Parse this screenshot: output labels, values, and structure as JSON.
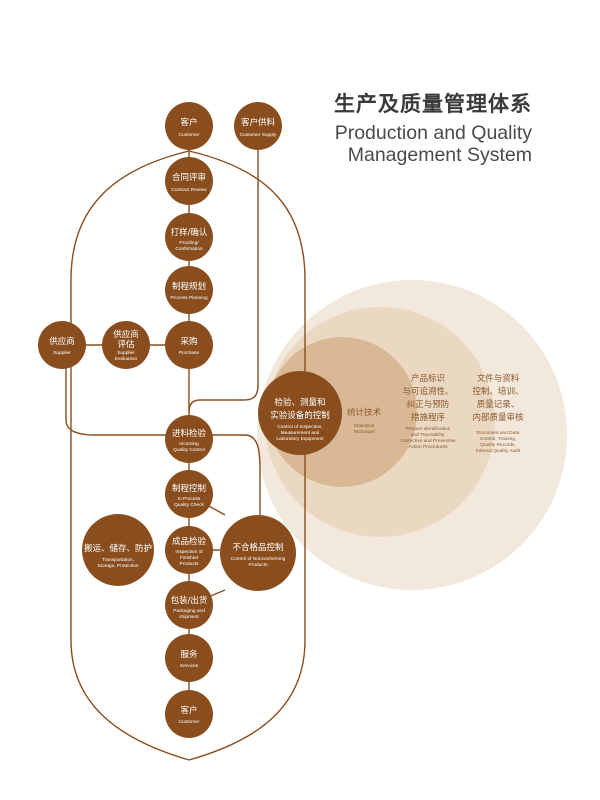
{
  "header": {
    "title_zh": "生产及质量管理体系",
    "title_en": "Production and Quality Management System"
  },
  "nodes": {
    "customer_top": {
      "zh": "客户",
      "en": "Customer"
    },
    "customer_supply": {
      "zh": "客户供料",
      "en": "Customer Supply"
    },
    "contract_review": {
      "zh": "合同评审",
      "en": "Contract Review"
    },
    "proofing": {
      "zh": "打样/确认",
      "en1": "Proofing/",
      "en2": "Confirmation"
    },
    "production_planning": {
      "zh": "制程规划",
      "en": "Process Planning"
    },
    "purchase": {
      "zh": "采购",
      "en": "Purchase"
    },
    "supplier": {
      "zh": "供应商",
      "en": "Supplier"
    },
    "supplier_eval": {
      "zh1": "供应商",
      "zh2": "评估",
      "en1": "Supplier",
      "en2": "Evaluation"
    },
    "incoming_qc": {
      "zh": "进料检验",
      "en1": "Incoming",
      "en2": "Quality Control"
    },
    "in_process_qc": {
      "zh": "制程控制",
      "en1": "In Process",
      "en2": "Quality Check"
    },
    "finished_inspection": {
      "zh": "成品检验",
      "en1": "Inspection of",
      "en2": "Finished",
      "en3": "Products"
    },
    "packaging": {
      "zh": "包装/出货",
      "en1": "Packaging and",
      "en2": "shipment"
    },
    "services": {
      "zh": "服务",
      "en": "Services"
    },
    "customer_bottom": {
      "zh": "客户",
      "en": "Customer"
    },
    "transport": {
      "zh": "搬运、储存、防护",
      "en1": "Transportation,",
      "en2": "Storage, Protection"
    },
    "nonconforming": {
      "zh": "不合格品控制",
      "en1": "Control of Nonconforming",
      "en2": "Products"
    }
  },
  "circles": {
    "inspection": {
      "zh1": "检验、测量和",
      "zh2": "实验设备的控制",
      "en1": "Control of Inspection,",
      "en2": "Measurement and",
      "en3": "Laboratory Equipment"
    },
    "statistical": {
      "zh": "统计技术",
      "en1": "Statistical",
      "en2": "Technique"
    },
    "traceability": {
      "zh1": "产品标识",
      "zh2": "与可追溯性、",
      "zh3": "纠正与预防",
      "zh4": "措施程序",
      "en1": "Product Identification",
      "en2": "and Traceability,",
      "en3": "Corrective and Preventive",
      "en4": "Action Procedures"
    },
    "documents": {
      "zh1": "文件与资料",
      "zh2": "控制、培训、",
      "zh3": "质量记录、",
      "zh4": "内部质量审核",
      "en1": "Document and Data",
      "en2": "Control, Training,",
      "en3": "Quality Records,",
      "en4": "Internal Quality Audit"
    }
  },
  "colors": {
    "node": "#8a4e1e",
    "line": "#8a4e1e",
    "ring_outer": "#f3e8dc",
    "ring_2": "#ead8c3",
    "ring_3": "#d9b895",
    "core": "#8a4e1e",
    "text_dark": "#8a5a2e"
  }
}
